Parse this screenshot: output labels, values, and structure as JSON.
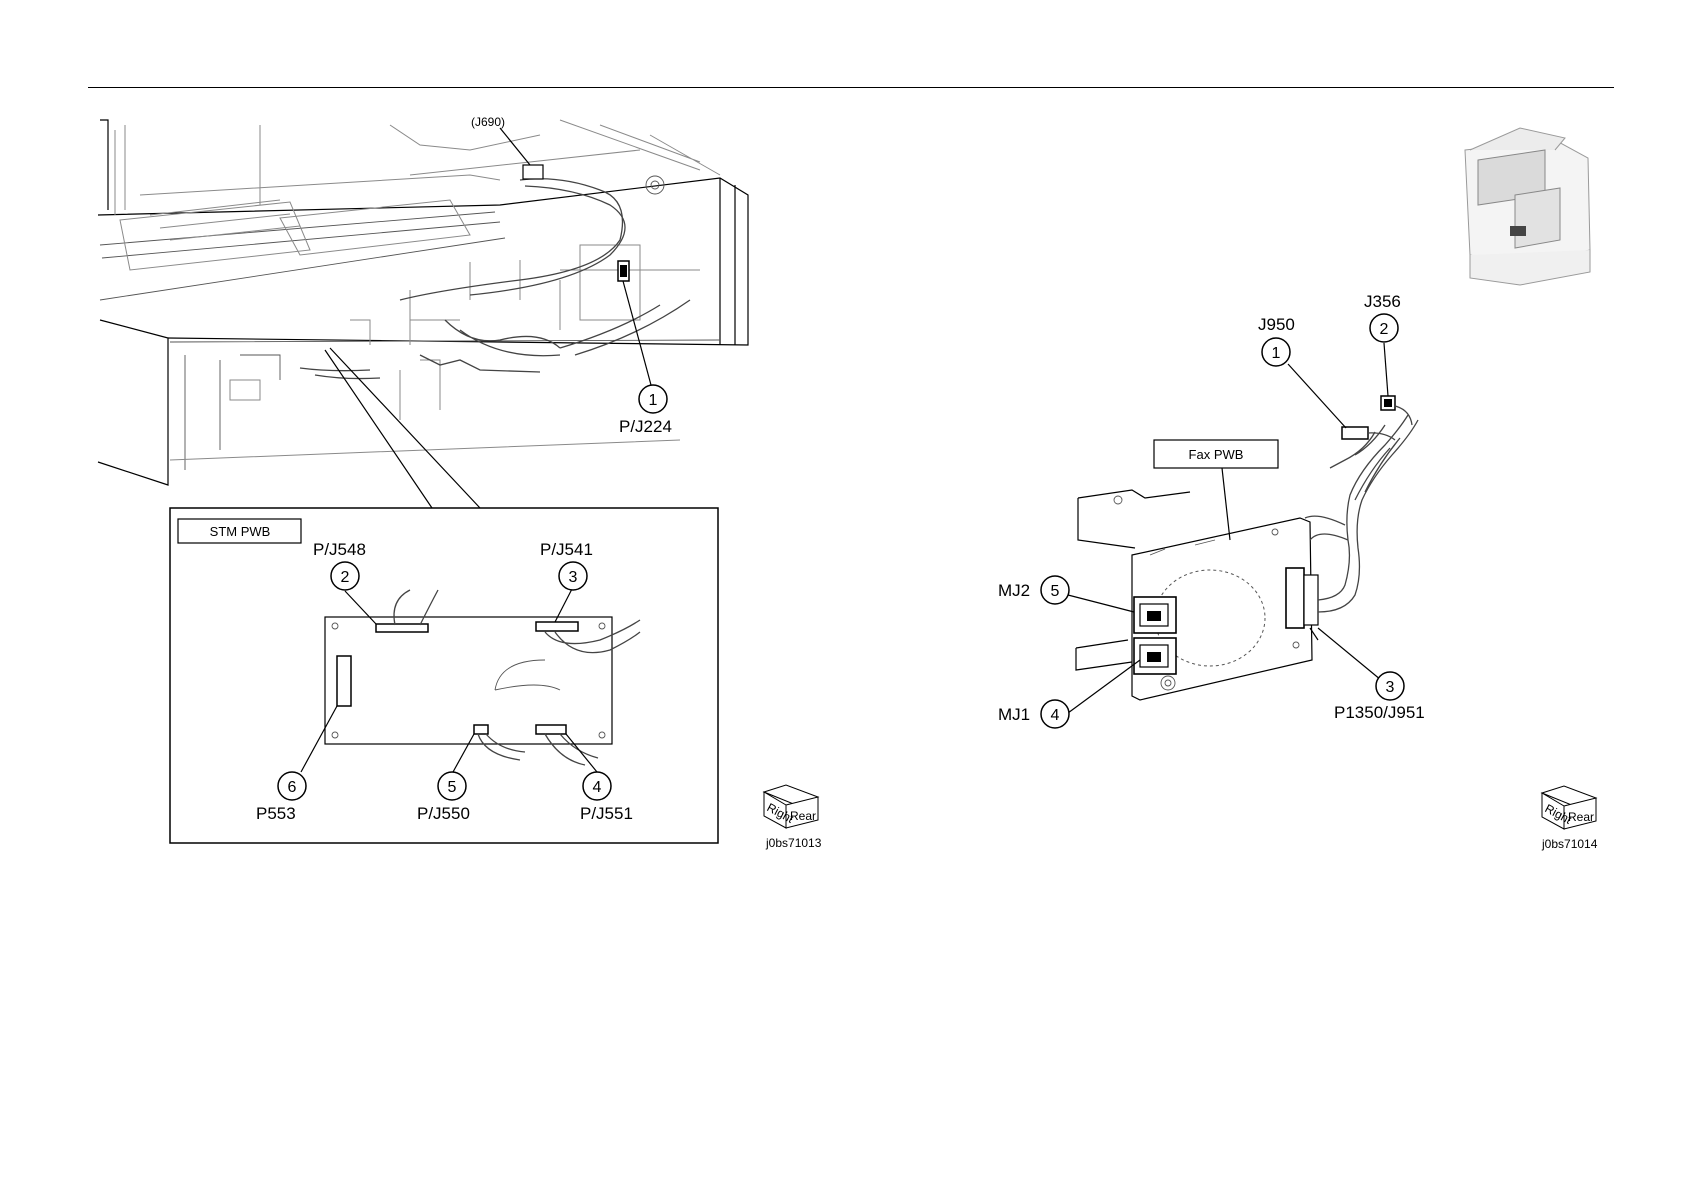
{
  "left_figure": {
    "callout_top": "(J690)",
    "main_label": {
      "number": "1",
      "text": "P/J224"
    },
    "detail_title": "STM PWB",
    "detail_labels": [
      {
        "number": "2",
        "text": "P/J548"
      },
      {
        "number": "3",
        "text": "P/J541"
      },
      {
        "number": "4",
        "text": "P/J551"
      },
      {
        "number": "5",
        "text": "P/J550"
      },
      {
        "number": "6",
        "text": "P553"
      }
    ],
    "orientation": {
      "face1": "Right",
      "face2": "Rear"
    },
    "image_code": "j0bs71013"
  },
  "right_figure": {
    "board_title": "Fax PWB",
    "labels": [
      {
        "number": "1",
        "text": "J950"
      },
      {
        "number": "2",
        "text": "J356"
      },
      {
        "number": "3",
        "text": "P1350/J951"
      },
      {
        "number": "4",
        "text": "MJ1"
      },
      {
        "number": "5",
        "text": "MJ2"
      }
    ],
    "orientation": {
      "face1": "Right",
      "face2": "Rear"
    },
    "image_code": "j0bs71014"
  }
}
